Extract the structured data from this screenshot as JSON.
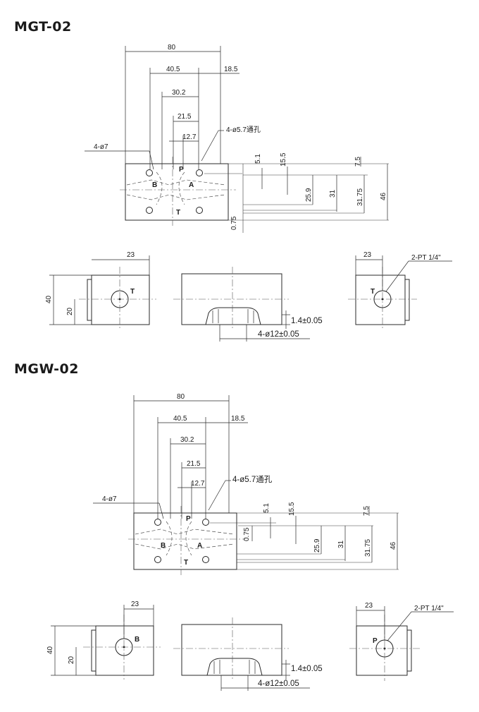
{
  "sections": [
    {
      "title": "MGT-02",
      "dims": {
        "w80": "80",
        "w40_5": "40.5",
        "w18_5": "18.5",
        "w30_2": "30.2",
        "w21_5": "21.5",
        "w12_7": "12.7",
        "hole_note": "4-ø5.7通孔",
        "d4_7": "4-ø7",
        "v5_1": "5.1",
        "v15_5": "15.5",
        "v7_5": "7.5",
        "v25_9": "25.9",
        "v31": "31",
        "v31_75": "31.75",
        "v46": "46",
        "v0_75": "0.75",
        "s23_left": "23",
        "s40": "40",
        "s20": "20",
        "tol1": "1.4±0.05",
        "tol2": "4-ø12±0.05",
        "s23_right": "23",
        "pt": "2-PT 1/4\""
      },
      "ports": {
        "P": "P",
        "T": "T",
        "A": "A",
        "B": "B"
      },
      "left_port": "T",
      "right_port": "T"
    },
    {
      "title": "MGW-02",
      "dims": {
        "w80": "80",
        "w40_5": "40.5",
        "w18_5": "18.5",
        "w30_2": "30.2",
        "w21_5": "21.5",
        "w12_7": "12.7",
        "hole_note": "4-ø5.7通孔",
        "d4_7": "4-ø7",
        "v5_1": "5.1",
        "v15_5": "15.5",
        "v7_5": "7.5",
        "v25_9": "25.9",
        "v31": "31",
        "v31_75": "31.75",
        "v46": "46",
        "v0_75": "0.75",
        "s23_left": "23",
        "s40": "40",
        "s20": "20",
        "tol1": "1.4±0.05",
        "tol2": "4-ø12±0.05",
        "s23_right": "23",
        "pt": "2-PT 1/4\""
      },
      "ports": {
        "P": "P",
        "T": "T",
        "A": "A",
        "B": "B"
      },
      "left_port": "B",
      "right_port": "P"
    }
  ]
}
